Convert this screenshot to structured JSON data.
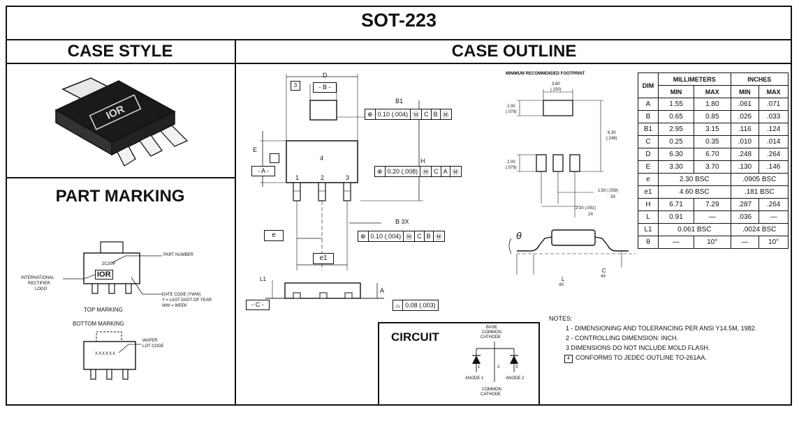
{
  "title": "SOT-223",
  "sections": {
    "case_style": "CASE STYLE",
    "case_outline": "CASE OUTLINE",
    "part_marking": "PART MARKING",
    "circuit": "CIRCUIT"
  },
  "case_style": {
    "logo_text": "IOR"
  },
  "part_marking": {
    "part_number_label": "PART NUMBER",
    "code": "2CJGP",
    "logo_text": "IOR",
    "ir_logo_label_1": "INTERNATIONAL",
    "ir_logo_label_2": "RECTIFIER",
    "ir_logo_label_3": "LOGO",
    "date_code_1": "DATE CODE (YWW)",
    "date_code_2": "Y = LAST DIGIT OF YEAR",
    "date_code_3": "WW = WEEK",
    "top_marking": "TOP MARKING",
    "bottom_marking": "BOTTOM MARKING",
    "wafer_1": "WAFER",
    "wafer_2": "LOT CODE",
    "bottom_code": "XXXXXX"
  },
  "outline": {
    "d": "D",
    "b_ref": "- B -",
    "b1": "B1",
    "h": "H",
    "e_label": "E",
    "a_ref": "- A -",
    "c_ref": "- C -",
    "pin4": "4",
    "pin1": "1",
    "pin2": "2",
    "pin3": "3",
    "b3x": "B  3X",
    "e": "e",
    "e1": "e1",
    "l1": "L1",
    "a": "A",
    "theta": "θ",
    "l": "L",
    "l_4x": "4X",
    "c": "C",
    "c_4x": "4X",
    "fcf1": [
      "⊕",
      "0.10 (.004)",
      "Ⓜ",
      "C",
      "B",
      "Ⓜ"
    ],
    "fcf2": [
      "⊕",
      "0.20 (.008)",
      "Ⓜ",
      "C",
      "A",
      "Ⓜ"
    ],
    "fcf3": [
      "⊕",
      "0.10 (.004)",
      "Ⓜ",
      "C",
      "B",
      "Ⓜ"
    ],
    "flatness": [
      "⌓",
      "0.08 (.003)"
    ],
    "note3_marker": "3"
  },
  "footprint": {
    "title": "MINIMUM RECOMMENDED FOOTPRINT",
    "w_top": "3.80",
    "w_top_in": "(.150)",
    "h1": "2.00",
    "h1_in": "(.079)",
    "h_total": "6.30",
    "h_total_in": "(.248)",
    "h2": "2.00",
    "h2_in": "(.079)",
    "pitch": "1.50 (.059)",
    "pitch_x": "3X",
    "pitch2": "2.30 (.091)",
    "pitch2_x": "2X"
  },
  "table": {
    "headers": {
      "dim": "DIM",
      "mm": "MILLIMETERS",
      "in": "INCHES",
      "min": "MIN",
      "max": "MAX"
    },
    "rows": [
      [
        "A",
        "1.55",
        "1.80",
        ".061",
        ".071"
      ],
      [
        "B",
        "0.65",
        "0.85",
        ".026",
        ".033"
      ],
      [
        "B1",
        "2.95",
        "3.15",
        ".116",
        ".124"
      ],
      [
        "C",
        "0.25",
        "0.35",
        ".010",
        ".014"
      ],
      [
        "D",
        "6.30",
        "6.70",
        ".248",
        ".264"
      ],
      [
        "E",
        "3.30",
        "3.70",
        ".130",
        ".146"
      ],
      [
        "e",
        "2.30 BSC",
        ".0905 BSC"
      ],
      [
        "e1",
        "4.60 BSC",
        ".181 BSC"
      ],
      [
        "H",
        "6.71",
        "7.29",
        ".287",
        ".264"
      ],
      [
        "L",
        "0.91",
        "—",
        ".036",
        "—"
      ],
      [
        "L1",
        "0.061 BSC",
        ".0024 BSC"
      ],
      [
        "θ",
        "—",
        "10°",
        "—",
        "10°"
      ]
    ]
  },
  "notes": {
    "title": "NOTES:",
    "n1": "1 - DIMENSIONING AND TOLERANCING PER ANSI Y14.5M, 1982.",
    "n2": "2 - CONTROLLING DIMENSION: INCH.",
    "n3": "3  DIMENSIONS DO NOT INCLUDE MOLD FLASH.",
    "n4_marker": "4",
    "n4": "CONFORMS TO JEDEC OUTLINE TO-261AA."
  },
  "circuit": {
    "base_1": "BASE",
    "base_2": "COMMON",
    "base_3": "CATHODE",
    "pin2": "2",
    "pin1": "1",
    "pin3": "3",
    "anode1": "ANODE 1",
    "anode2": "ANODE 2",
    "common_1": "COMMON",
    "common_2": "CATHODE"
  }
}
